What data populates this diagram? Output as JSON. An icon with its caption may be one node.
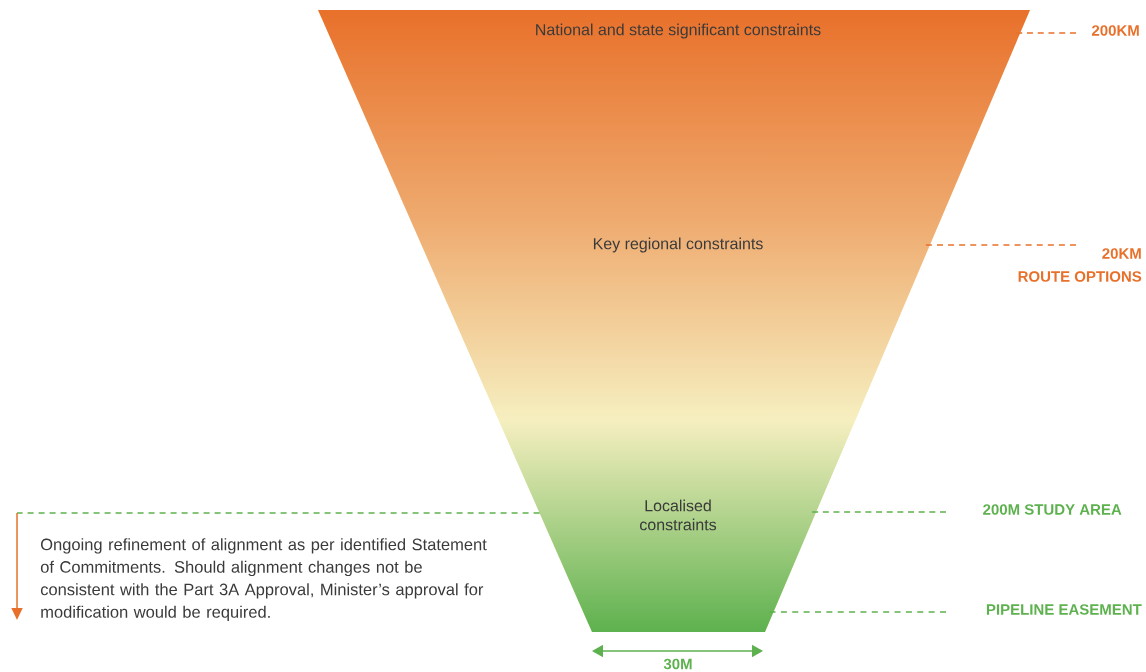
{
  "diagram": {
    "nodes": [
      {
        "text": [
          "National and state significant constraints",
          "Key regional constraints",
          "Localised constraints"
        ]
      },
      {
        "text": [
          "200KM"
        ]
      },
      {
        "text": [
          "20KM",
          "ROUTE OPTIONS"
        ]
      },
      {
        "text": [
          "200M STUDY AREA"
        ]
      },
      {
        "text": [
          "PIPELINE EASEMENT"
        ]
      }
    ],
    "edges": [
      {
        "from": 1,
        "to": 0,
        "arrow": "none",
        "style": "dashed",
        "color": "#e8702a"
      },
      {
        "from": 2,
        "to": 0,
        "arrow": "none",
        "style": "dashed",
        "color": "#e8702a"
      },
      {
        "from": 3,
        "to": 0,
        "arrow": "none",
        "style": "dashed",
        "color": "#5db14e"
      },
      {
        "from": 4,
        "to": 0,
        "arrow": "none",
        "style": "dashed",
        "color": "#5db14e"
      }
    ],
    "labels": [
      "Ongoing refinement of alignment as per identified Statement of Commitments. Should alignment changes not be consistent with the Part 3A Approval, Minister’s approval for modification would be required.",
      "30M"
    ]
  }
}
